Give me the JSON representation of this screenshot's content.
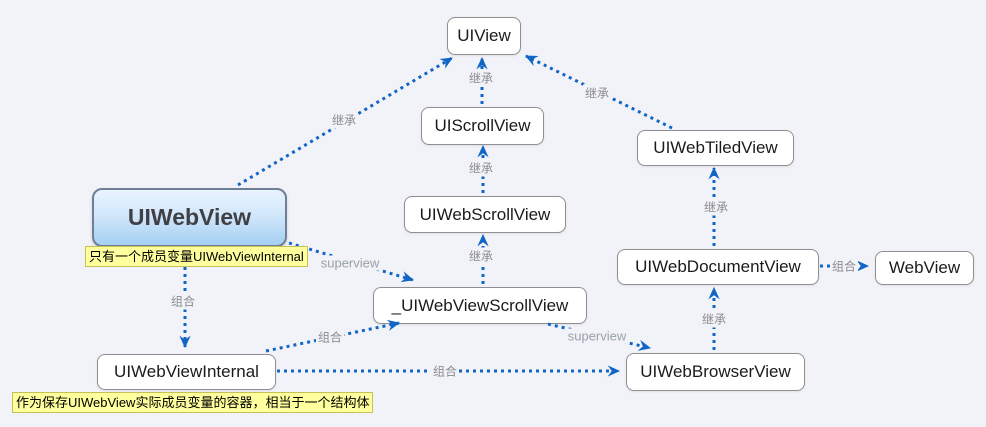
{
  "diagram": {
    "title": "UIWebView class hierarchy diagram",
    "colors": {
      "background": "#f2f3f8",
      "arrow_blue": "#1165c5",
      "node_border": "#8f8f92",
      "highlight_gradient_top": "#e9f4fe",
      "highlight_gradient_bottom": "#a4cff3",
      "note_background": "#ffff9d",
      "label_gray": "#8b8b90"
    },
    "nodes": [
      {
        "id": "uiview",
        "label": "UIView"
      },
      {
        "id": "uiscrollview",
        "label": "UIScrollView"
      },
      {
        "id": "uiwebscrollview",
        "label": "UIWebScrollView"
      },
      {
        "id": "uiwebviewscrollview",
        "label": "_UIWebViewScrollView"
      },
      {
        "id": "uiwebview",
        "label": "UIWebView"
      },
      {
        "id": "uiwebviewinternal",
        "label": "UIWebViewInternal"
      },
      {
        "id": "uiwebtiledview",
        "label": "UIWebTiledView"
      },
      {
        "id": "uiwebdocumentview",
        "label": "UIWebDocumentView"
      },
      {
        "id": "webview",
        "label": "WebView"
      },
      {
        "id": "uiwebbrowserview",
        "label": "UIWebBrowserView"
      }
    ],
    "edges": [
      {
        "from": "UIWebView",
        "to": "UIView",
        "label": "继承"
      },
      {
        "from": "UIScrollView",
        "to": "UIView",
        "label": "继承"
      },
      {
        "from": "UIWebTiledView",
        "to": "UIView",
        "label": "继承"
      },
      {
        "from": "UIWebScrollView",
        "to": "UIScrollView",
        "label": "继承"
      },
      {
        "from": "_UIWebViewScrollView",
        "to": "UIWebScrollView",
        "label": "继承"
      },
      {
        "from": "UIWebDocumentView",
        "to": "UIWebTiledView",
        "label": "继承"
      },
      {
        "from": "UIWebBrowserView",
        "to": "UIWebDocumentView",
        "label": "继承"
      },
      {
        "from": "UIWebDocumentView",
        "to": "WebView",
        "label": "组合"
      },
      {
        "from": "UIWebView",
        "to": "_UIWebViewScrollView",
        "label": "superview"
      },
      {
        "from": "UIWebView",
        "to": "UIWebViewInternal",
        "label": "组合"
      },
      {
        "from": "UIWebViewInternal",
        "to": "_UIWebViewScrollView",
        "label": "组合"
      },
      {
        "from": "UIWebViewInternal",
        "to": "UIWebBrowserView",
        "label": "组合"
      },
      {
        "from": "_UIWebViewScrollView",
        "to": "UIWebBrowserView",
        "label": "superview"
      }
    ],
    "notes": [
      {
        "attached_to": "UIWebView",
        "text": "只有一个成员变量UIWebViewInternal"
      },
      {
        "attached_to": "UIWebViewInternal",
        "text": "作为保存UIWebView实际成员变量的容器，相当于一个结构体"
      }
    ]
  }
}
